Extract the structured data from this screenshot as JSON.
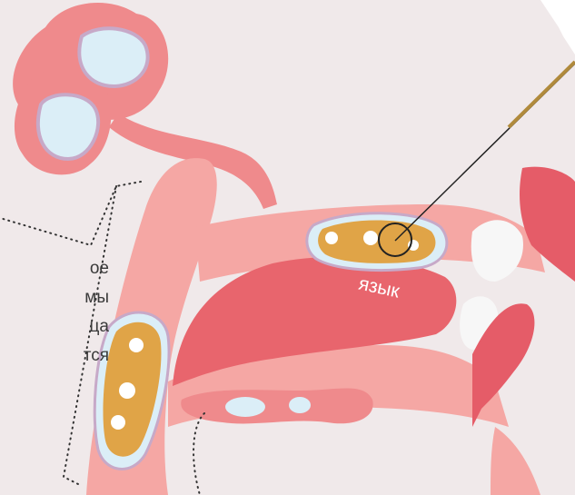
{
  "labels": {
    "tongue": "язык"
  },
  "caption_fragments": [
    "ое",
    "мы",
    "ца",
    "тся"
  ],
  "colors": {
    "background": "#f0e9ea",
    "tissue_light": "#f5a7a4",
    "tissue_mid": "#ee8a89",
    "tongue": "#e8656d",
    "lips": "#e55c68",
    "teeth": "#f7f7f7",
    "gland_fill": "#dbeef7",
    "plaque": "#e0a447",
    "probe_gold": "#b08a3c"
  }
}
